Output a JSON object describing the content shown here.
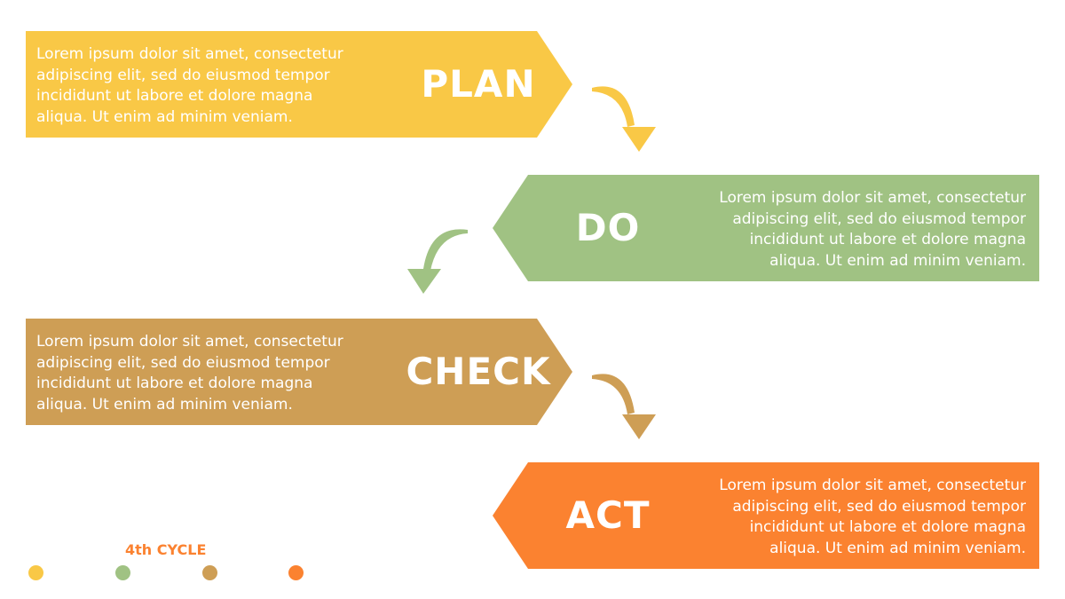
{
  "colors": {
    "plan": "#F9C846",
    "do": "#A0C283",
    "check": "#CE9E55",
    "act": "#FB8230",
    "legend_label": "#FB8230"
  },
  "steps": [
    {
      "id": "plan",
      "title": "PLAN",
      "text": "Lorem ipsum dolor sit amet, consectetur\nadipiscing elit, sed do eiusmod tempor\nincididunt ut labore et dolore magna\naliqua. Ut enim ad minim veniam."
    },
    {
      "id": "do",
      "title": "DO",
      "text": "Lorem ipsum dolor sit amet, consectetur\nadipiscing elit, sed do eiusmod tempor\nincididunt ut labore et dolore magna\naliqua. Ut enim ad minim veniam."
    },
    {
      "id": "check",
      "title": "CHECK",
      "text": "Lorem ipsum dolor sit amet, consectetur\nadipiscing elit, sed do eiusmod tempor\nincididunt ut labore et dolore magna\naliqua. Ut enim ad minim veniam."
    },
    {
      "id": "act",
      "title": "ACT",
      "text": "Lorem ipsum dolor sit amet, consectetur\nadipiscing elit, sed do eiusmod tempor\nincididunt ut labore et dolore magna\naliqua. Ut enim ad minim veniam."
    }
  ],
  "legend": {
    "label": "4th CYCLE",
    "dots": [
      "plan",
      "do",
      "check",
      "act"
    ]
  }
}
